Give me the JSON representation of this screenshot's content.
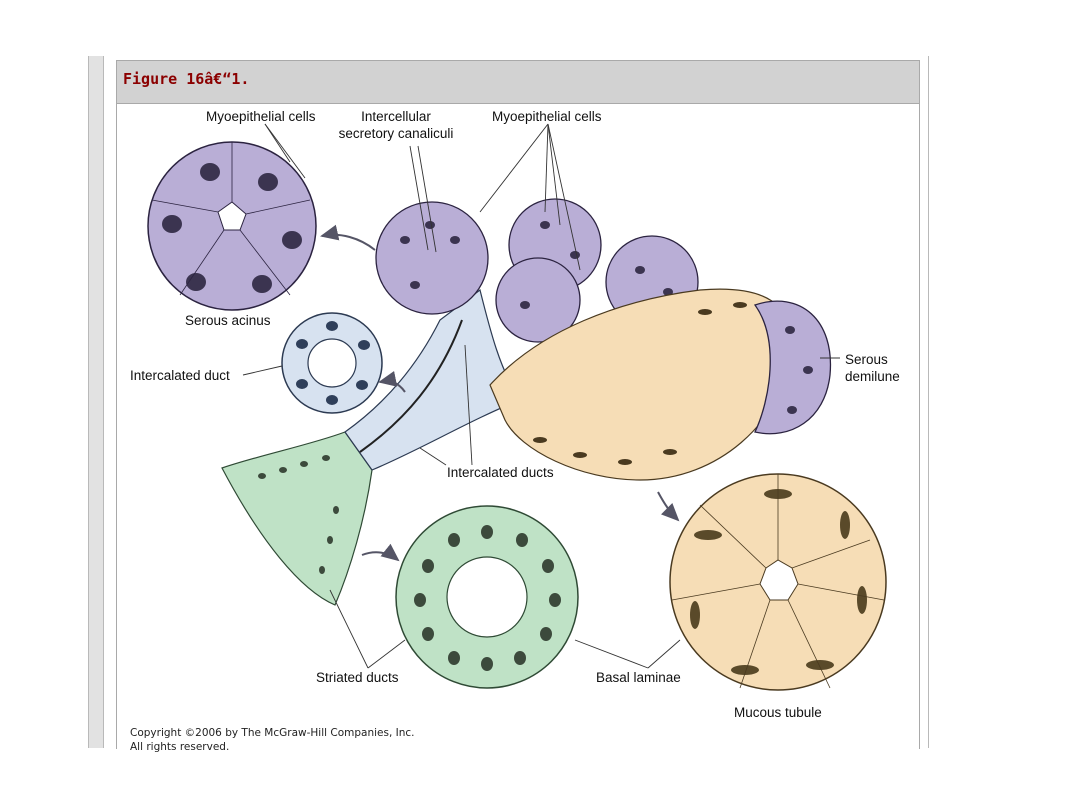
{
  "figure": {
    "title": "Figure 16â€“1.",
    "labels": {
      "myoepithelial_left": "Myoepithelial cells",
      "intercellular_1": "Intercellular",
      "intercellular_2": "secretory canaliculi",
      "myoepithelial_right": "Myoepithelial cells",
      "serous_acinus": "Serous acinus",
      "intercalated_duct": "Intercalated duct",
      "serous_demilune_1": "Serous",
      "serous_demilune_2": "demilune",
      "intercalated_ducts": "Intercalated ducts",
      "striated_ducts": "Striated ducts",
      "basal_laminae": "Basal laminae",
      "mucous_tubule": "Mucous tubule"
    },
    "copyright_line1": "Copyright ©2006 by The McGraw-Hill Companies, Inc.",
    "copyright_line2": "All rights reserved."
  },
  "colors": {
    "title_text": "#8b0000",
    "title_bar": "#d2d2d2",
    "serous_purple": "#b9aed6",
    "duct_blue": "#d7e2f0",
    "striated_green": "#bfe2c6",
    "mucous_tan": "#f6ddb6"
  }
}
